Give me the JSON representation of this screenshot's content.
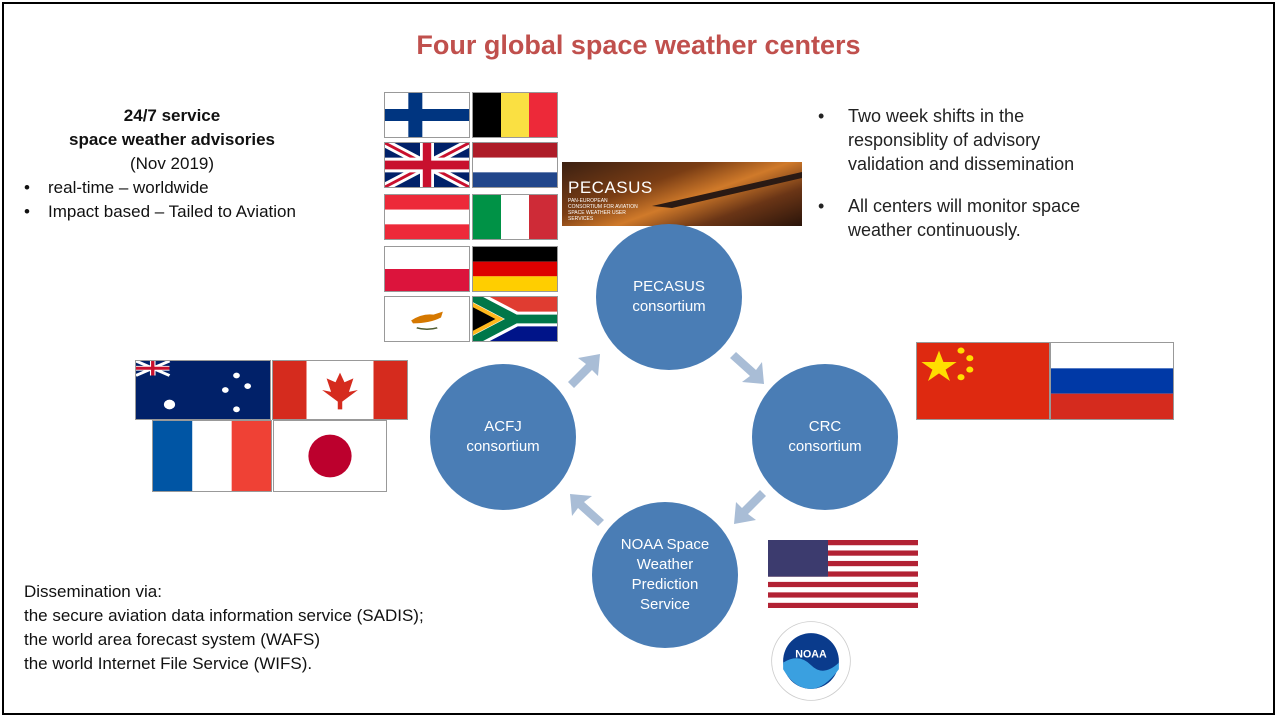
{
  "title": "Four global space weather centers",
  "service": {
    "line1": "24/7 service",
    "line2": "space weather advisories",
    "line3": "(Nov 2019)",
    "bullets": [
      "real-time – worldwide",
      "Impact based – Tailed to Aviation"
    ]
  },
  "notes": [
    "Two week shifts in the responsiblity of advisory validation and dissemination",
    "All centers will monitor space weather continuously."
  ],
  "centers": {
    "pecasus": "PECASUS consortium",
    "crc": "CRC consortium",
    "noaa": "NOAA Space Weather Prediction Service",
    "acfj": "ACFJ consortium"
  },
  "pecasus_banner": {
    "title": "PECASUS",
    "subtitle": "PAN-EUROPEAN CONSORTIUM FOR AVIATION SPACE WEATHER USER SERVICES"
  },
  "noaa_logo": {
    "text": "NOAA"
  },
  "dissemination": {
    "heading": "Dissemination via:",
    "lines": [
      "the secure aviation data information service (SADIS);",
      "the world area forecast system (WAFS)",
      "the world Internet File Service (WIFS)."
    ]
  },
  "colors": {
    "title": "#c0504d",
    "circle": "#4a7db5",
    "arrow": "#a9bdd6"
  }
}
